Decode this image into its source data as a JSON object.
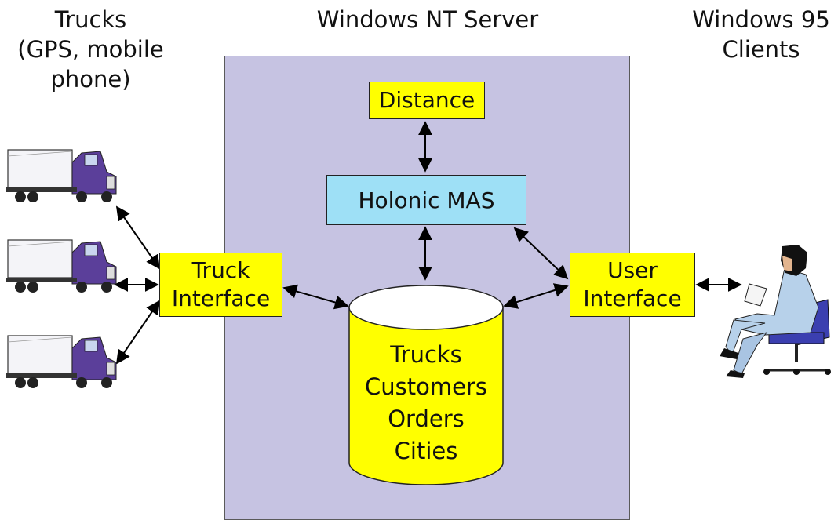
{
  "headings": {
    "trucks": [
      "Trucks",
      "(GPS, mobile",
      "phone)"
    ],
    "server": "Windows NT Server",
    "clients": [
      "Windows 95",
      "Clients"
    ]
  },
  "boxes": {
    "distance": "Distance",
    "holonic_mas": "Holonic MAS",
    "truck_interface": [
      "Truck",
      "Interface"
    ],
    "user_interface": [
      "User",
      "Interface"
    ]
  },
  "database": {
    "items": [
      "Trucks",
      "Customers",
      "Orders",
      "Cities"
    ]
  },
  "colors": {
    "server_panel": "#c6c3e2",
    "module_yellow": "#ffff00",
    "holonic_blue": "#9ee0f6",
    "truck_purple": "#5b3f9a",
    "trailer_white": "#f4f4f8"
  },
  "icons": [
    "truck-icon",
    "truck-icon",
    "truck-icon",
    "seated-user-icon"
  ]
}
